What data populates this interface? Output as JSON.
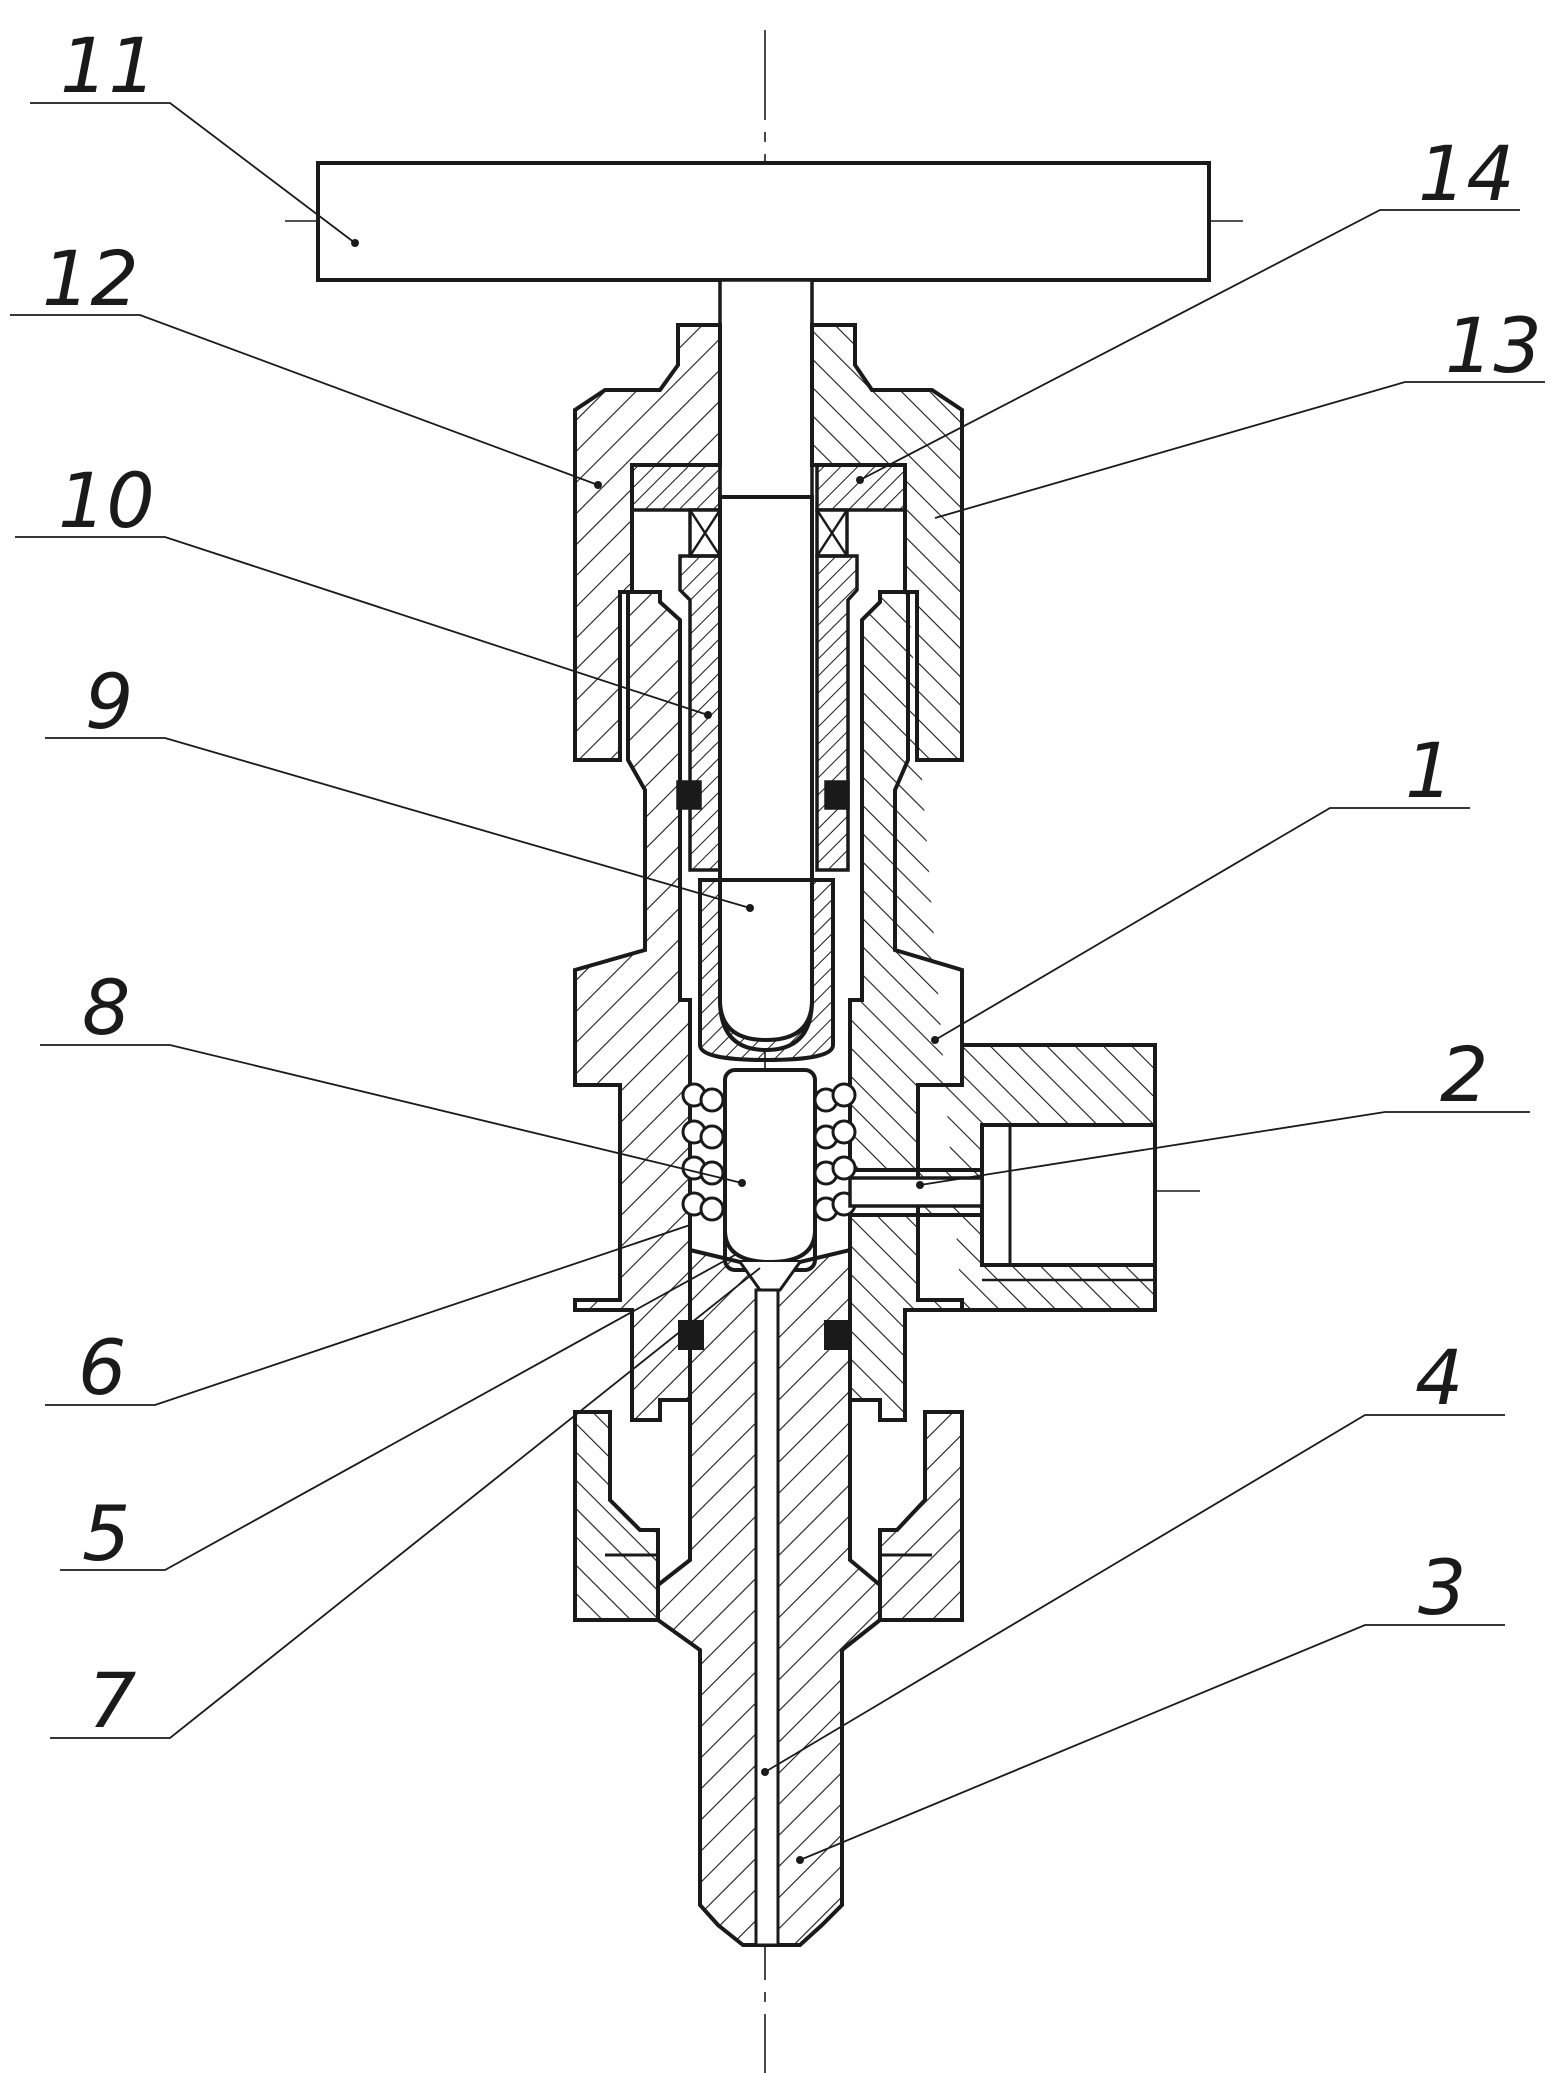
{
  "drawing": {
    "colors": {
      "ink": "#1a1a1a",
      "background": "#ffffff"
    },
    "callouts": [
      {
        "id": "11",
        "label": "11"
      },
      {
        "id": "12",
        "label": "12"
      },
      {
        "id": "10",
        "label": "10"
      },
      {
        "id": "9",
        "label": "9"
      },
      {
        "id": "8",
        "label": "8"
      },
      {
        "id": "6",
        "label": "6"
      },
      {
        "id": "5",
        "label": "5"
      },
      {
        "id": "7",
        "label": "7"
      },
      {
        "id": "14",
        "label": "14"
      },
      {
        "id": "13",
        "label": "13"
      },
      {
        "id": "1",
        "label": "1"
      },
      {
        "id": "2",
        "label": "2"
      },
      {
        "id": "4",
        "label": "4"
      },
      {
        "id": "3",
        "label": "3"
      }
    ]
  }
}
